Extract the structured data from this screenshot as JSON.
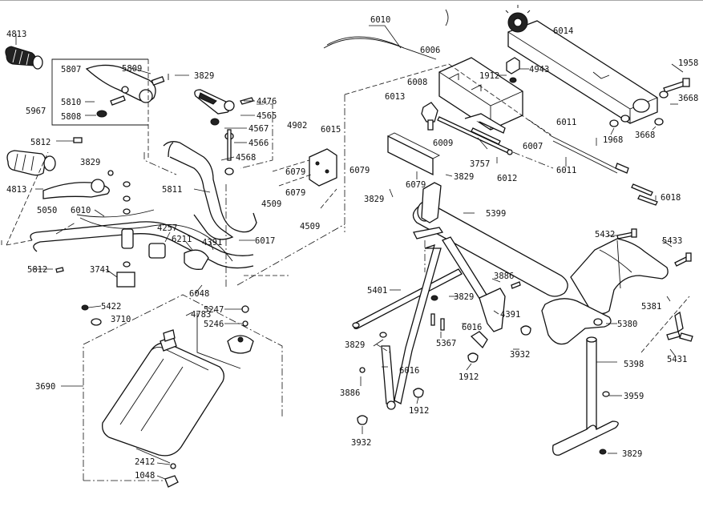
{
  "labels": {
    "l4813a": "4813",
    "l5807": "5807",
    "l5809": "5809",
    "l3829a": "3829",
    "l5967": "5967",
    "l5810": "5810",
    "l5808": "5808",
    "l5812a": "5812",
    "l4476": "4476",
    "l4565": "4565",
    "l4567": "4567",
    "l4566": "4566",
    "l4568": "4568",
    "l4902": "4902",
    "l6015": "6015",
    "l3829b": "3829",
    "l4813b": "4813",
    "l5050": "5050",
    "l6010a": "6010",
    "l5811": "5811",
    "l4257": "4257",
    "l6211": "6211",
    "l4391a": "4391",
    "l6017": "6017",
    "l5812b": "5812",
    "l3741": "3741",
    "l6048": "6048",
    "l6079a": "6079",
    "l6079b": "6079",
    "l4509a": "4509",
    "l4509b": "4509",
    "l6079c": "6079",
    "l6079d": "6079",
    "l6010b": "6010",
    "l6006": "6006",
    "l6008": "6008",
    "l6013": "6013",
    "l1912a": "1912",
    "l4943": "4943",
    "l6014": "6014",
    "l1958": "1958",
    "l3668a": "3668",
    "l3668b": "3668",
    "l1968": "1968",
    "l6011a": "6011",
    "l6011b": "6011",
    "l6009": "6009",
    "l6007": "6007",
    "l3757": "3757",
    "l6012": "6012",
    "l6018": "6018",
    "l3829c": "3829",
    "l3829d": "3829",
    "l5399": "5399",
    "l5432": "5432",
    "l5433": "5433",
    "l5381": "5381",
    "l5380": "5380",
    "l5431": "5431",
    "l5398": "5398",
    "l3959": "3959",
    "l3829e": "3829",
    "l5401": "5401",
    "l3886a": "3886",
    "l3829f": "3829",
    "l4391b": "4391",
    "l6016a": "6016",
    "l5367": "5367",
    "l3932a": "3932",
    "l1912b": "1912",
    "l3829g": "3829",
    "l6016b": "6016",
    "l3886b": "3886",
    "l1912c": "1912",
    "l3932b": "3932",
    "l5422": "5422",
    "l3710": "3710",
    "l4783": "4783",
    "l5247": "5247",
    "l5246": "5246",
    "l3690": "3690",
    "l2412": "2412",
    "l1048": "1048"
  },
  "colors": {
    "ink": "#111111",
    "paper": "#ffffff"
  }
}
